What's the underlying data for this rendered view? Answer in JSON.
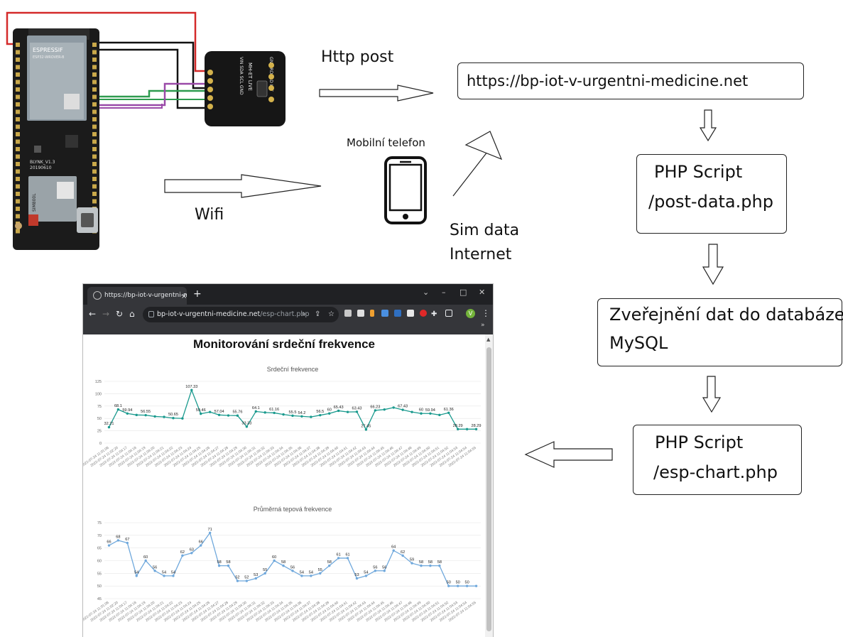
{
  "flow": {
    "http_post": "Http post",
    "url": "https://bp-iot-v-urgentni-medicine.net",
    "mobile_phone": "Mobilní telefon",
    "wifi": "Wifi",
    "sim_line1": "Sim data",
    "sim_line2": "Internet",
    "php_post_line1": "PHP Script",
    "php_post_line2": "/post-data.php",
    "db_line1": "Zveřejnění dat do databáze",
    "db_line2": "MySQL",
    "php_chart_line1": "PHP Script",
    "php_chart_line2": "/esp-chart.php"
  },
  "board": {
    "module_label": "ESPRESSIF",
    "module_model": "ESP32-WROVER-B",
    "board_name": "BLYNK_V1.3",
    "board_date": "20190610",
    "sim_label": "SIM800L",
    "sensor_brand": "MH-ET LIVE",
    "sensor_pins": "VIN SDA SCL GND",
    "sensor_pins_top": "GND RD IRD INT",
    "colors": {
      "board": "#1b1b1b",
      "wire_red": "#d42a2a",
      "wire_black": "#111111",
      "wire_green": "#2e9b4f",
      "wire_purple": "#9a4aa8",
      "sensor": "#161616"
    }
  },
  "browser": {
    "tab_title": "https://bp-iot-v-urgentni-medic",
    "tab_close": "×",
    "new_tab": "+",
    "address_host": "bp-iot-v-urgentni-medicine.net",
    "address_path": "/esp-chart.php",
    "profile_initial": "V",
    "page_title": "Monitorování srdeční frekvence"
  },
  "chart_data": [
    {
      "type": "line",
      "title": "Srdeční frekvence",
      "ylim": [
        0,
        125
      ],
      "yticks": [
        0,
        25,
        50,
        75,
        100,
        125
      ],
      "color": "#1a9a8e",
      "x": [
        "2022-07-24 11:01:06",
        "2022-07-24 11:02:20",
        "2022-07-24 11:04:17",
        "2022-07-24 11:04:18",
        "2022-07-24 11:04:19",
        "2022-07-24 11:04:20",
        "2022-07-24 11:04:21",
        "2022-07-24 11:04:22",
        "2022-07-24 11:04:23",
        "2022-07-24 11:04:24",
        "2022-07-24 11:04:25",
        "2022-07-24 11:04:26",
        "2022-07-24 11:04:27",
        "2022-07-24 11:04:28",
        "2022-07-24 11:04:29",
        "2022-07-24 11:04:30",
        "2022-07-24 11:04:31",
        "2022-07-24 11:04:32",
        "2022-07-24 11:04:33",
        "2022-07-24 11:04:34",
        "2022-07-24 11:04:35",
        "2022-07-24 11:04:36",
        "2022-07-24 11:04:37",
        "2022-07-24 11:04:38",
        "2022-07-24 11:04:39",
        "2022-07-24 11:04:40",
        "2022-07-24 11:04:41",
        "2022-07-24 11:04:42",
        "2022-07-24 11:04:43",
        "2022-07-24 11:04:44",
        "2022-07-24 11:04:45",
        "2022-07-24 11:04:46",
        "2022-07-24 11:04:47",
        "2022-07-24 11:04:48",
        "2022-07-24 11:04:49",
        "2022-07-24 11:04:50",
        "2022-07-24 11:04:51",
        "2022-07-24 11:04:52",
        "2022-07-24 11:04:53",
        "2022-07-24 11:04:54",
        "2022-07-24 11:04:55"
      ],
      "values": [
        32.21,
        68.1,
        59.94,
        57,
        56.55,
        54,
        53,
        50.65,
        50,
        107.33,
        59.46,
        63,
        57.04,
        56,
        55.76,
        33.33,
        64.1,
        62,
        61.16,
        58,
        55.5,
        54.2,
        53,
        56.5,
        60,
        65.43,
        63,
        63.43,
        27.45,
        66.23,
        68,
        72,
        67.43,
        63,
        60,
        59.94,
        57,
        61.36,
        28.29,
        28.29,
        28.29
      ],
      "labels": [
        "32.21",
        "68.1",
        "59.94",
        "",
        "56.55",
        "",
        "",
        "50.65",
        "",
        "107.33",
        "59.46",
        "",
        "57.04",
        "",
        "55.76",
        "33.33",
        "64.1",
        "",
        "61.16",
        "",
        "55.5",
        "54.2",
        "",
        "56.5",
        "60",
        "65.43",
        "",
        "63.43",
        "27.45",
        "66.23",
        "",
        "",
        "67.43",
        "",
        "60",
        "59.94",
        "",
        "61.36",
        "28.29",
        "",
        "28.29"
      ]
    },
    {
      "type": "line",
      "title": "Průměrná tepová frekvence",
      "ylim": [
        45,
        75
      ],
      "yticks": [
        45,
        50,
        55,
        60,
        65,
        70,
        75
      ],
      "color": "#6fa8dc",
      "x": [
        "2022-07-24 11:01:06",
        "2022-07-24 11:02:20",
        "2022-07-24 11:04:17",
        "2022-07-24 11:04:18",
        "2022-07-24 11:04:19",
        "2022-07-24 11:04:20",
        "2022-07-24 11:04:21",
        "2022-07-24 11:04:22",
        "2022-07-24 11:04:23",
        "2022-07-24 11:04:24",
        "2022-07-24 11:04:25",
        "2022-07-24 11:04:26",
        "2022-07-24 11:04:27",
        "2022-07-24 11:04:28",
        "2022-07-24 11:04:29",
        "2022-07-24 11:04:30",
        "2022-07-24 11:04:31",
        "2022-07-24 11:04:32",
        "2022-07-24 11:04:33",
        "2022-07-24 11:04:34",
        "2022-07-24 11:04:35",
        "2022-07-24 11:04:36",
        "2022-07-24 11:04:37",
        "2022-07-24 11:04:38",
        "2022-07-24 11:04:39",
        "2022-07-24 11:04:40",
        "2022-07-24 11:04:41",
        "2022-07-24 11:04:42",
        "2022-07-24 11:04:43",
        "2022-07-24 11:04:44",
        "2022-07-24 11:04:45",
        "2022-07-24 11:04:46",
        "2022-07-24 11:04:47",
        "2022-07-24 11:04:48",
        "2022-07-24 11:04:49",
        "2022-07-24 11:04:50",
        "2022-07-24 11:04:51",
        "2022-07-24 11:04:52",
        "2022-07-24 11:04:53",
        "2022-07-24 11:04:54",
        "2022-07-24 11:04:55"
      ],
      "values": [
        66,
        68,
        67,
        54,
        60,
        56,
        54,
        54,
        62,
        63,
        66,
        71,
        58,
        58,
        52,
        52,
        53,
        55,
        60,
        58,
        56,
        54,
        54,
        55,
        58,
        61,
        61,
        53,
        54,
        56,
        56,
        64,
        62,
        59,
        58,
        58,
        58,
        50,
        50,
        50,
        50
      ],
      "labels": [
        "66",
        "68",
        "67",
        "54",
        "60",
        "56",
        "54",
        "54",
        "62",
        "63",
        "66",
        "71",
        "58",
        "58",
        "52",
        "52",
        "53",
        "55",
        "60",
        "58",
        "56",
        "54",
        "54",
        "55",
        "58",
        "61",
        "61",
        "53",
        "54",
        "56",
        "56",
        "64",
        "62",
        "59",
        "58",
        "58",
        "58",
        "50",
        "50",
        "50",
        ""
      ]
    }
  ]
}
